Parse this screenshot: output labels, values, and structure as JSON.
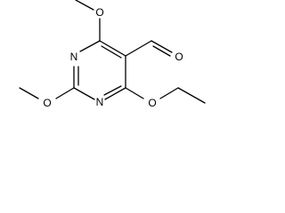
{
  "atoms": {
    "n1": "N",
    "n3": "N",
    "o_top_methoxy": "O",
    "o_left_methoxy": "O",
    "o_ethoxy": "O",
    "o_aldehyde": "O"
  }
}
